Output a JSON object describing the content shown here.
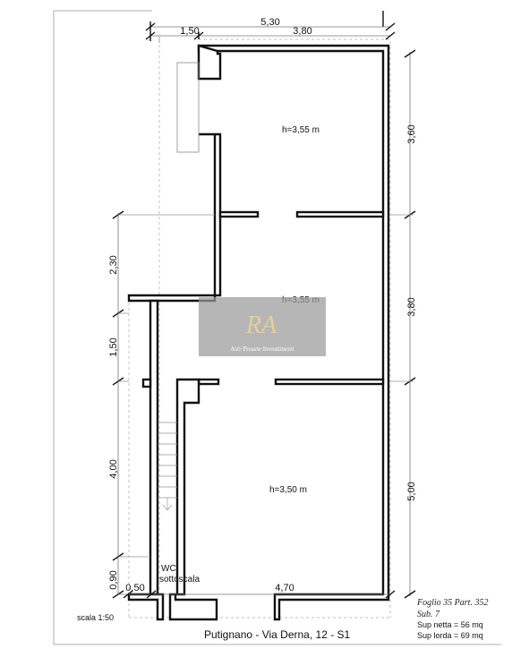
{
  "dimensions": {
    "top_total": "5,30",
    "top_left": "1,50",
    "top_right": "3,80",
    "right_1": "3,60",
    "right_2": "3,80",
    "right_3": "5,00",
    "left_1": "2,30",
    "left_2": "1,50",
    "left_3": "4,00",
    "left_4": "0,90",
    "bottom_left": "0,50",
    "bottom_right": "4,70"
  },
  "rooms": [
    {
      "height_label": "h=3,55 m"
    },
    {
      "height_label": "h=3,55 m"
    },
    {
      "height_label": "h=3,50 m"
    }
  ],
  "wc_label_1": "WC",
  "wc_label_2": "sottoscala",
  "scale": "scala 1:50",
  "address": "Putignano - Via Derna, 12 - S1",
  "cadastral": {
    "foglio": "Foglio 35 Part. 352",
    "sub": "Sub. 7",
    "sup_netta": "Sup netta = 56 mq",
    "sup_lorda": "Sup lorda = 69 mq"
  },
  "watermark": {
    "monogram": "RA",
    "text": "Asti·Preaste·Investimenti"
  }
}
